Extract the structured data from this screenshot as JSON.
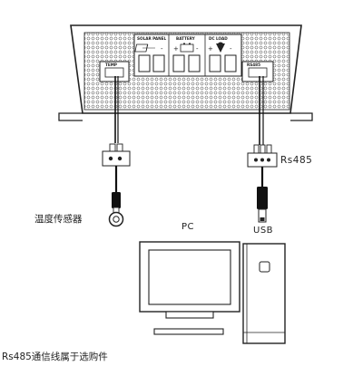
{
  "controller": {
    "group_labels": [
      "SOLAR PANEL",
      "BATTERY",
      "DC LOAD"
    ],
    "temp_port_label": "TEMP",
    "rs485_port_label": "RS485"
  },
  "labels": {
    "temp_sensor": "温度传感器",
    "rs485": "Rs485",
    "pc": "PC",
    "usb": "USB",
    "footnote": "Rs485通信线属于选购件"
  },
  "icons": [
    "solar-panel-icon",
    "battery-icon",
    "bulb-icon",
    "ring-terminal-icon",
    "computer-icon"
  ]
}
